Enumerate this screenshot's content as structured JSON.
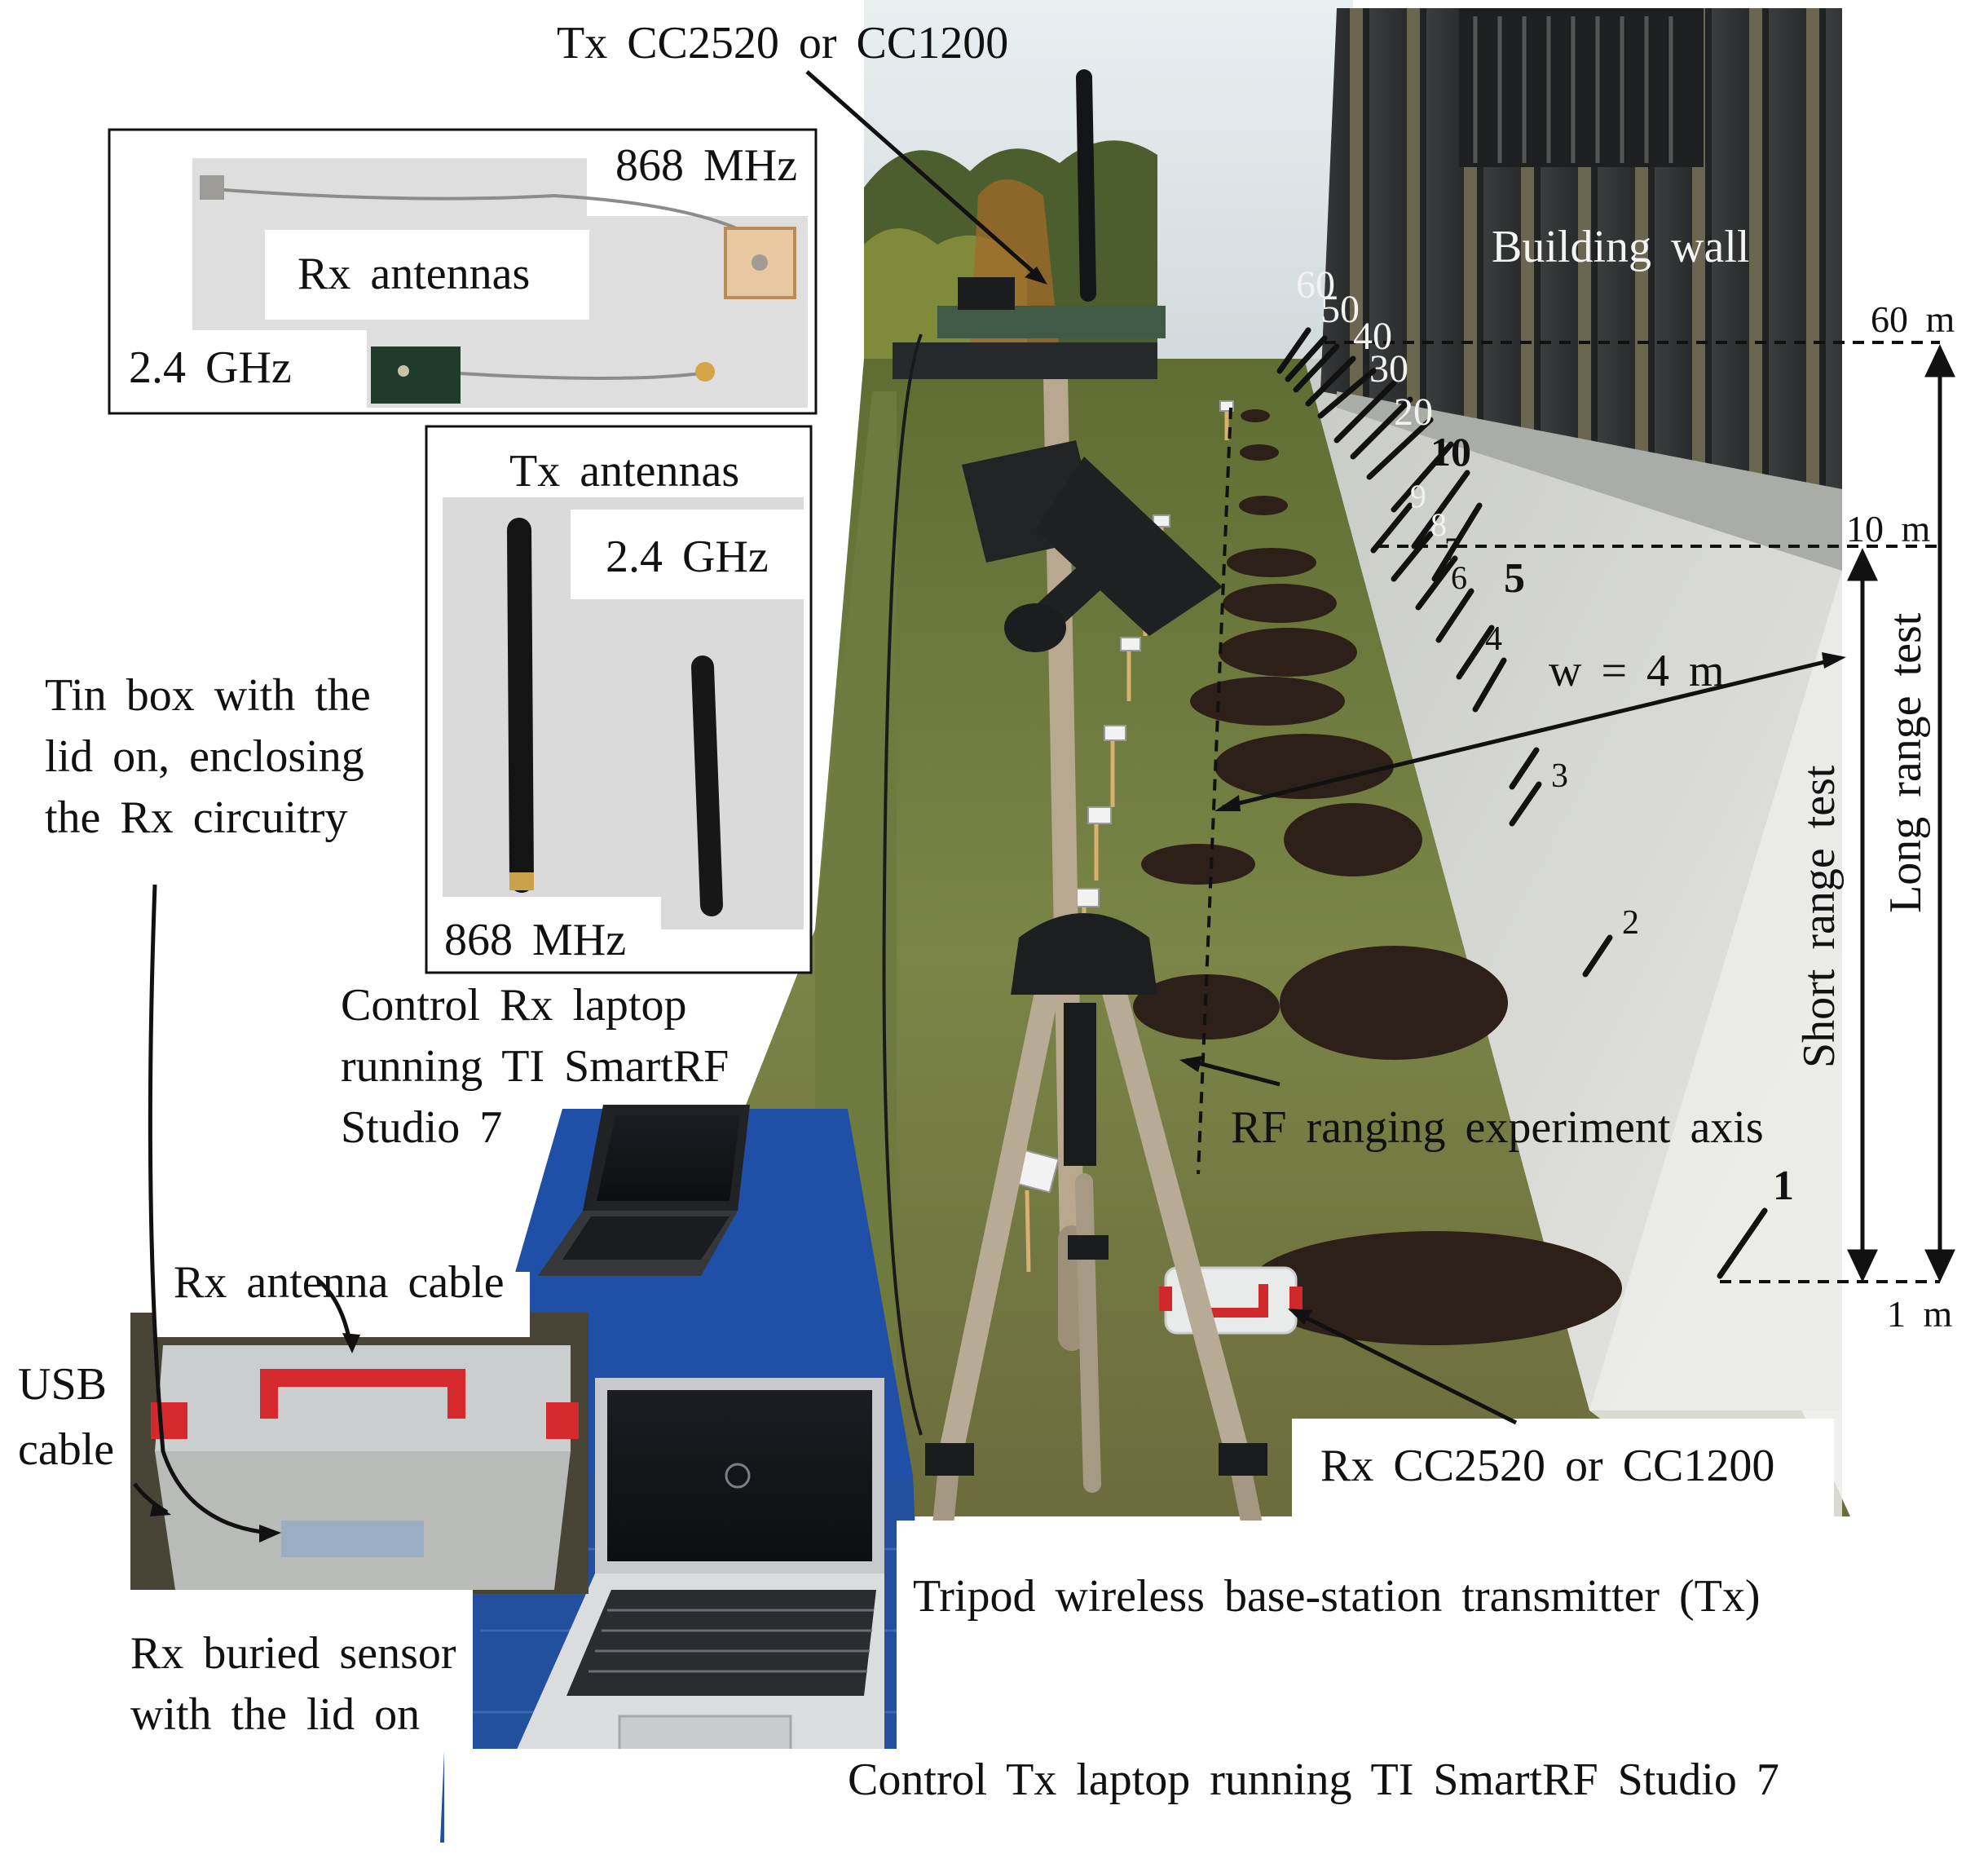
{
  "labels": {
    "tx_module": "Tx CC2520 or CC1200",
    "rx_antennas": "Rx antennas",
    "rx_868": "868 MHz",
    "rx_24": "2.4 GHz",
    "tx_antennas": "Tx antennas",
    "tx_24": "2.4 GHz",
    "tx_868": "868 MHz",
    "tin_box_1": "Tin box with the",
    "tin_box_2": "lid on, enclosing",
    "tin_box_3": "the Rx circuitry",
    "control_rx_1": "Control Rx laptop",
    "control_rx_2": "running  TI SmartRF",
    "control_rx_3": "Studio  7",
    "rx_antenna_cable": "Rx antenna  cable",
    "usb_cable_1": "USB",
    "usb_cable_2": "cable",
    "rx_buried_1": "Rx buried sensor",
    "rx_buried_2": "with the lid on",
    "building_wall": "Building  wall",
    "width": "w = 4 m",
    "rf_axis": "RF ranging  experiment  axis",
    "rx_module": "Rx CC2520 or CC1200",
    "tripod": "Tripod  wireless  base-station  transmitter  (Tx)",
    "control_tx": "Control  Tx  laptop  running  TI  SmartRF  Studio  7",
    "short_range": "Short  range  test",
    "long_range": "Long  range  test",
    "m60": "60 m",
    "m10": "10 m",
    "m1": "1 m"
  },
  "distance_marks": [
    "60",
    "50",
    "40",
    "30",
    "20",
    "10",
    "9",
    "8",
    "7",
    "6",
    "5",
    "4",
    "3",
    "2",
    "1"
  ],
  "colors": {
    "wall_dark": "#26282a",
    "wall_stripe": "#6e6a52",
    "grass": "#6d7a3e",
    "soil": "#2e221a",
    "sky": "#dfe6ea",
    "mat_blue": "#1f4fa6"
  }
}
